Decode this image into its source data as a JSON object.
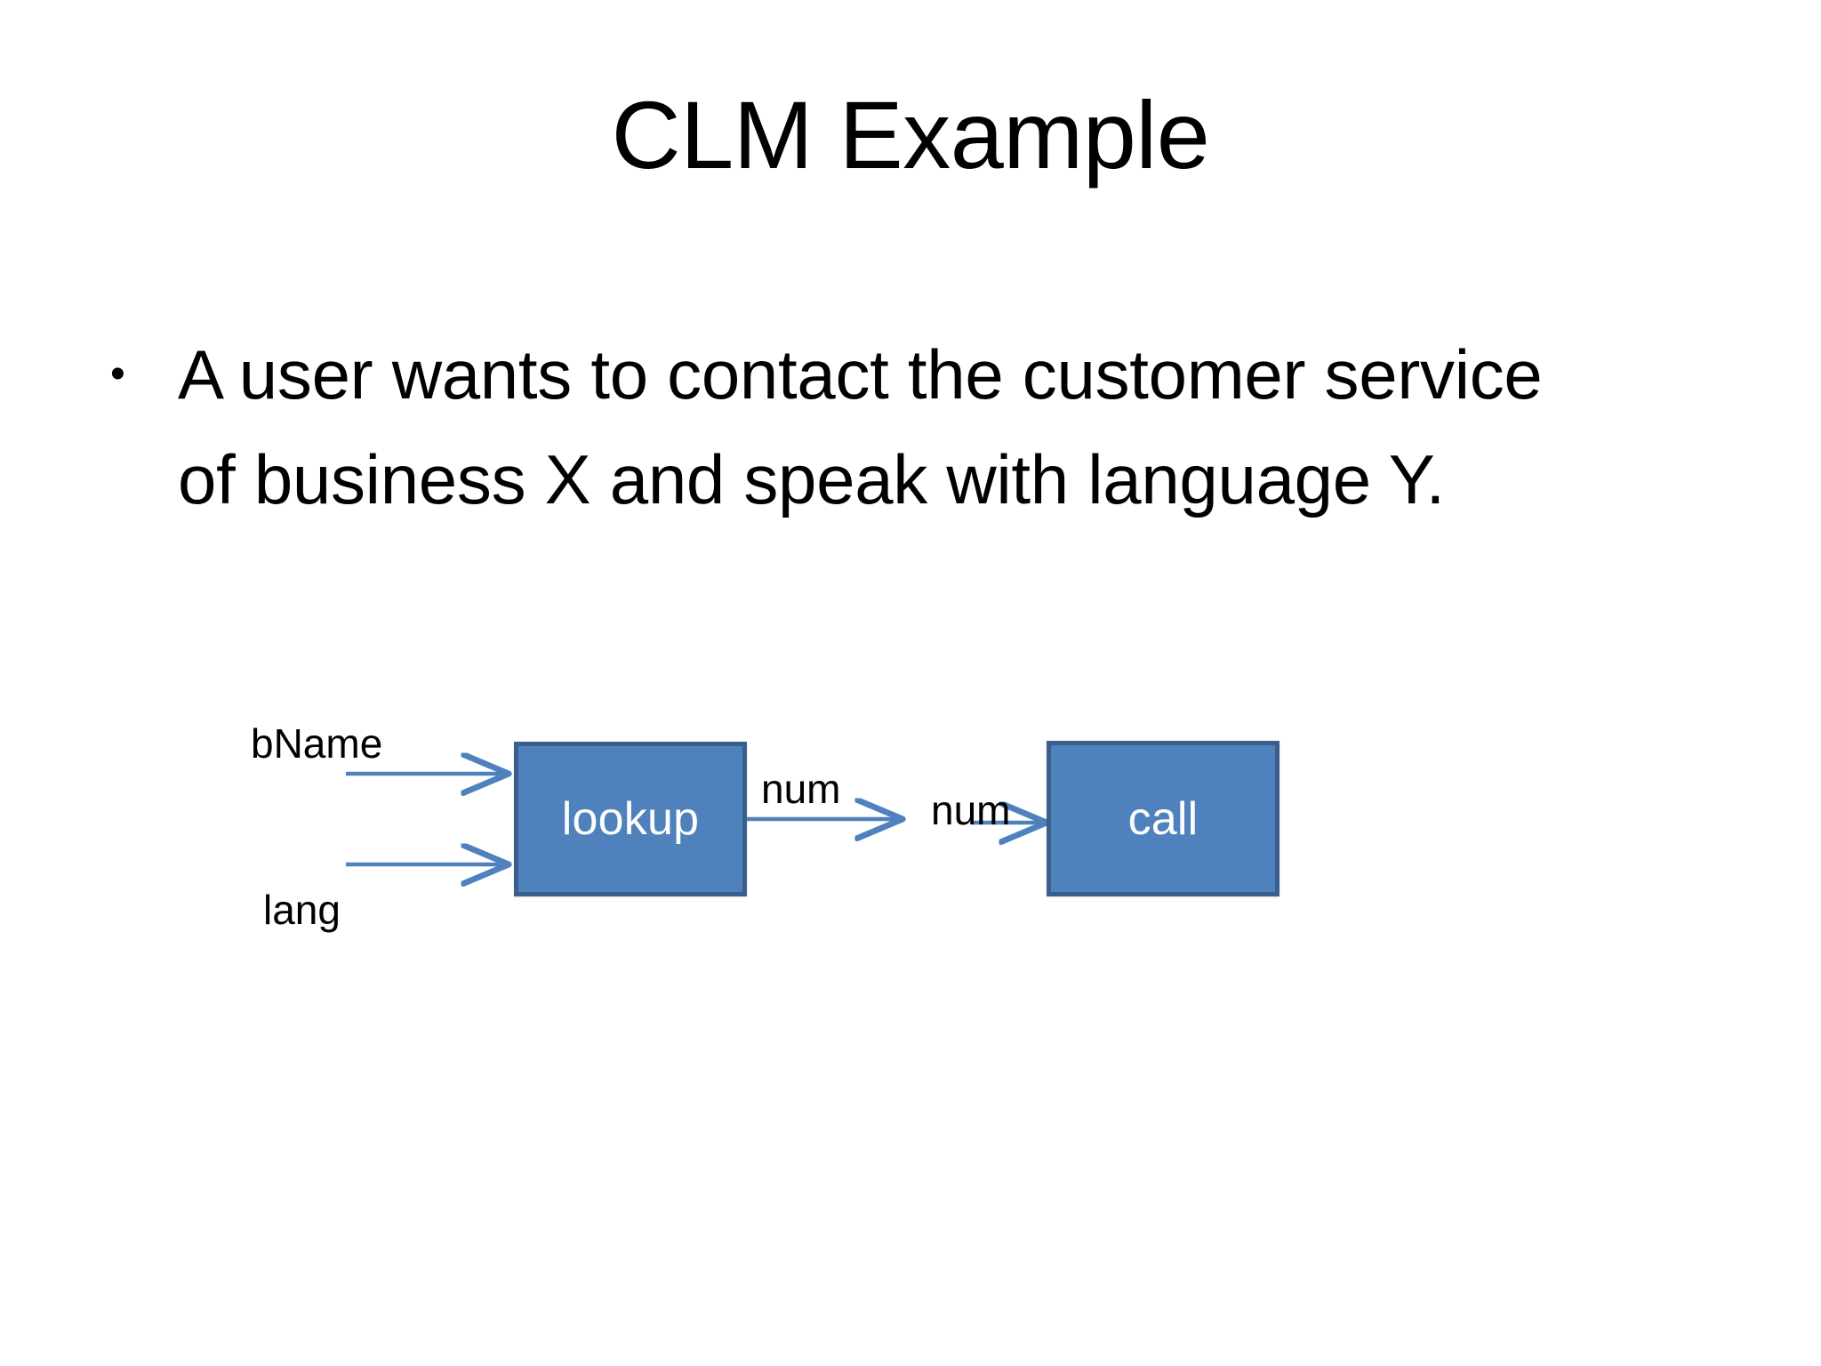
{
  "slide": {
    "title": "CLM Example",
    "background_color": "#FFFFFF",
    "text_color": "#000000"
  },
  "body": {
    "bullet_marker": "•",
    "bullet_line_1": "A user wants to contact the customer service",
    "bullet_line_2": "of business X and speak with language Y."
  },
  "diagram": {
    "type": "flow",
    "node_fill_color": "#4F81BD",
    "node_border_color": "#3A5F8D",
    "node_text_color": "#FFFFFF",
    "arrow_color": "#4F81BD",
    "nodes": [
      {
        "id": "lookup",
        "label": "lookup"
      },
      {
        "id": "call",
        "label": "call"
      }
    ],
    "edge_labels": {
      "bname": "bName",
      "lang": "lang",
      "num_out": "num",
      "num_in": "num"
    }
  }
}
